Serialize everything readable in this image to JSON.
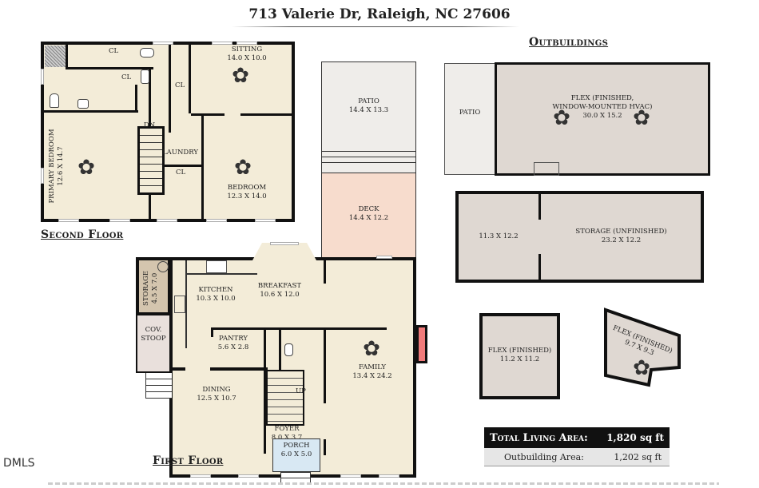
{
  "header": {
    "title": "713 Valerie Dr, Raleigh, NC 27606"
  },
  "sections": {
    "second_floor": "Second Floor",
    "first_floor": "First Floor",
    "outbuildings": "Outbuildings"
  },
  "second_floor": {
    "rooms": [
      {
        "name": "Sitting",
        "dims": "14.0 X 10.0"
      },
      {
        "name": "Primary Bedroom",
        "dims": "12.6 X 14.7"
      },
      {
        "name": "Bedroom",
        "dims": "12.3 X 14.0"
      },
      {
        "name": "Laundry",
        "dims": ""
      },
      {
        "name": "CL",
        "dims": ""
      },
      {
        "name": "CL",
        "dims": ""
      },
      {
        "name": "CL",
        "dims": ""
      },
      {
        "name": "CL",
        "dims": ""
      }
    ],
    "stair_label": "DN"
  },
  "first_floor": {
    "rooms": [
      {
        "name": "Storage",
        "dims": "4.5 X 7.0"
      },
      {
        "name": "Cov. Stoop",
        "dims": ""
      },
      {
        "name": "Kitchen",
        "dims": "10.3 X 10.0"
      },
      {
        "name": "Breakfast",
        "dims": "10.6 X 12.0"
      },
      {
        "name": "Pantry",
        "dims": "5.6 X 2.8"
      },
      {
        "name": "Dining",
        "dims": "12.5 X 10.7"
      },
      {
        "name": "Foyer",
        "dims": "8.0 X 3.7"
      },
      {
        "name": "Porch",
        "dims": "6.0 X 5.0"
      },
      {
        "name": "Family",
        "dims": "13.4 X 24.2"
      },
      {
        "name": "Deck",
        "dims": "14.4 X 12.2"
      },
      {
        "name": "Patio",
        "dims": "14.4 X 13.3"
      }
    ],
    "stair_label": "UP",
    "cov_label": "COV.",
    "stoop_label": "STOOP"
  },
  "outbuildings": {
    "rooms": [
      {
        "name": "Patio",
        "dims": ""
      },
      {
        "name": "Flex (Finished,",
        "name2": "Window-Mounted HVAC)",
        "dims": "30.0 X 15.2"
      },
      {
        "name": "",
        "dims": "11.3 X 12.2"
      },
      {
        "name": "Storage (Unfinished)",
        "dims": "23.2 X 12.2"
      },
      {
        "name": "Flex (Finished)",
        "dims": "11.2 X 11.2"
      },
      {
        "name": "Flex (Finished)",
        "dims": "9.7 X 9.3"
      }
    ]
  },
  "totals": {
    "living_label": "Total Living Area:",
    "living_value": "1,820 sq ft",
    "outbuilding_label": "Outbuilding Area:",
    "outbuilding_value": "1,202 sq ft"
  },
  "watermark": "DMLS",
  "colors": {
    "living": "#f3ecd8",
    "outbuilding": "#dfd8d2",
    "deck": "#f7dccd",
    "porch": "#d8e8f3",
    "fireplace": "#f07a7a"
  },
  "icons": {
    "fan": "✿"
  }
}
